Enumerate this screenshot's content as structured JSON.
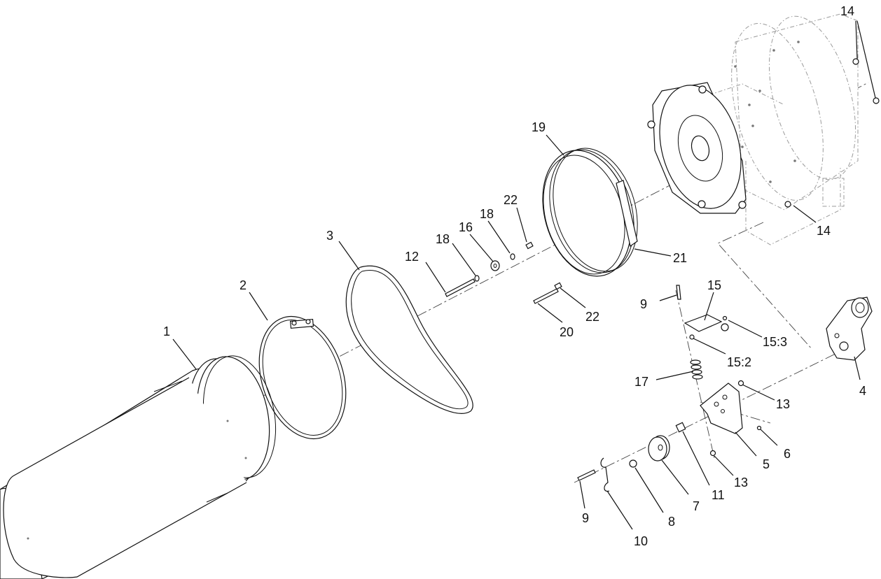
{
  "callouts": {
    "c1": "1",
    "c2": "2",
    "c3": "3",
    "c4": "4",
    "c5": "5",
    "c6": "6",
    "c7": "7",
    "c8": "8",
    "c9a": "9",
    "c9b": "9",
    "c10": "10",
    "c11": "11",
    "c12": "12",
    "c13a": "13",
    "c13b": "13",
    "c14a": "14",
    "c14b": "14",
    "c15": "15",
    "c15_2": "15:2",
    "c15_3": "15:3",
    "c16": "16",
    "c17": "17",
    "c18a": "18",
    "c18b": "18",
    "c19": "19",
    "c20": "20",
    "c21": "21",
    "c22a": "22",
    "c22b": "22"
  }
}
